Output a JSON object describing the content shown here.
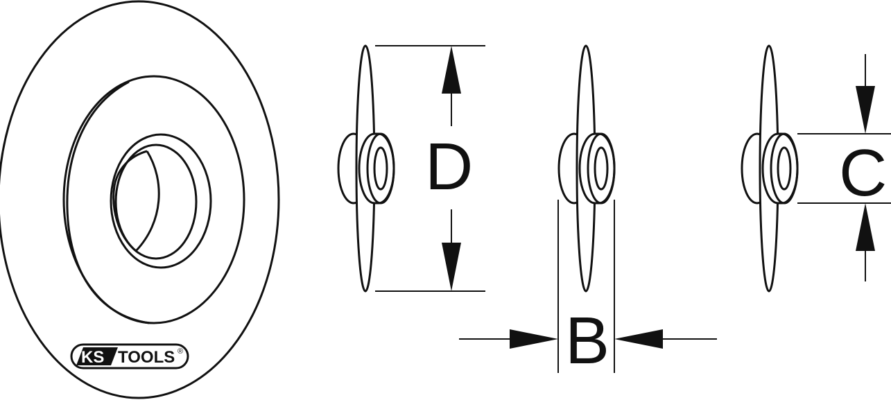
{
  "diagram": {
    "labels": {
      "d": "D",
      "b": "B",
      "c": "C"
    },
    "logo": {
      "ks": "KS",
      "tools": "TOOLS",
      "reg": "®"
    },
    "colors": {
      "stroke": "#111111",
      "background": "#ffffff"
    }
  }
}
